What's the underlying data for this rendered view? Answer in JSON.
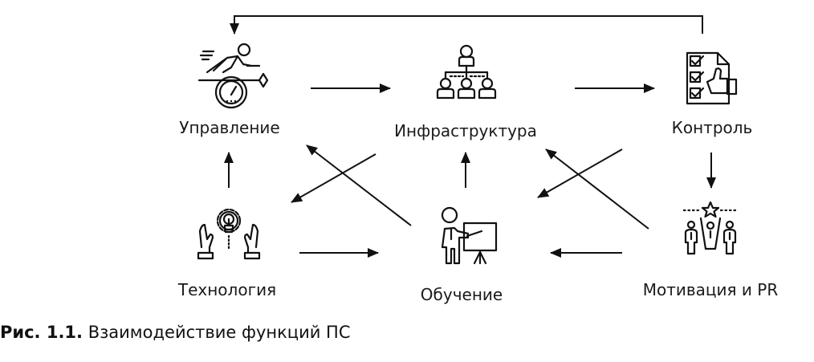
{
  "diagram": {
    "nodes": [
      {
        "id": "upravlenie",
        "label": "Управление",
        "icon": "runner-speedometer-icon"
      },
      {
        "id": "infrastruktura",
        "label": "Инфраструктура",
        "icon": "org-hierarchy-icon"
      },
      {
        "id": "kontrol",
        "label": "Контроль",
        "icon": "checklist-thumbs-up-icon"
      },
      {
        "id": "tekhnologiya",
        "label": "Технология",
        "icon": "hands-gear-bulb-icon"
      },
      {
        "id": "obuchenie",
        "label": "Обучение",
        "icon": "presenter-board-icon"
      },
      {
        "id": "motivatsiya",
        "label": "Мотивация и PR",
        "icon": "team-star-icon"
      }
    ],
    "edges": [
      {
        "from": "upravlenie",
        "to": "infrastruktura"
      },
      {
        "from": "infrastruktura",
        "to": "kontrol"
      },
      {
        "from": "kontrol",
        "to": "upravlenie"
      },
      {
        "from": "kontrol",
        "to": "motivatsiya"
      },
      {
        "from": "tekhnologiya",
        "to": "upravlenie"
      },
      {
        "from": "obuchenie",
        "to": "infrastruktura"
      },
      {
        "from": "tekhnologiya",
        "to": "obuchenie"
      },
      {
        "from": "motivatsiya",
        "to": "obuchenie"
      },
      {
        "from": "infrastruktura",
        "to": "tekhnologiya"
      },
      {
        "from": "obuchenie",
        "to": "upravlenie"
      },
      {
        "from": "kontrol",
        "to": "obuchenie"
      },
      {
        "from": "motivatsiya",
        "to": "infrastruktura"
      }
    ]
  },
  "caption": {
    "number": "Рис. 1.1.",
    "text": "Взаимодействие функций ПС"
  }
}
